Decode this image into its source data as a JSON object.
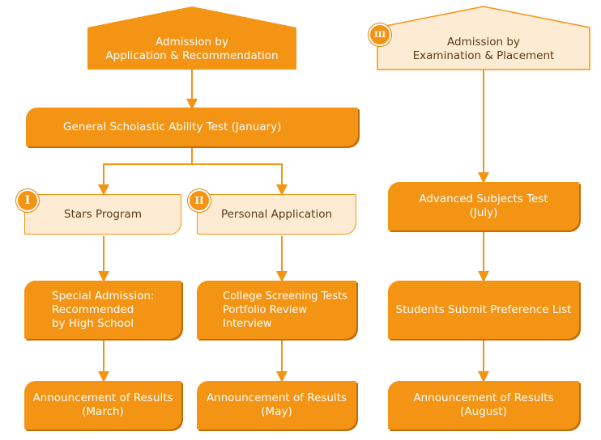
{
  "diagram": {
    "nodes": {
      "admission_app_rec": "Admission by\nApplication & Recommendation",
      "gsat": "General Scholastic Ability Test (January)",
      "stars_program": "Stars Program",
      "personal_application": "Personal Application",
      "special_admission": "Special Admission:\nRecommended\nby High School",
      "college_screening": "College Screening Tests\nPortfolio Review\nInterview",
      "results_march": "Announcement of Results\n(March)",
      "results_may": "Announcement of Results\n(May)",
      "admission_exam_place": "Admission by\nExamination & Placement",
      "advanced_subjects": "Advanced Subjects Test\n(July)",
      "preference_list": "Students Submit Preference List",
      "results_august": "Announcement of Results\n(August)"
    },
    "badges": {
      "one": "I",
      "two": "II",
      "three": "III"
    },
    "colors": {
      "accent": "#f39415",
      "light_fill": "#fdebd3",
      "dark_text": "#5a3c1a"
    }
  }
}
